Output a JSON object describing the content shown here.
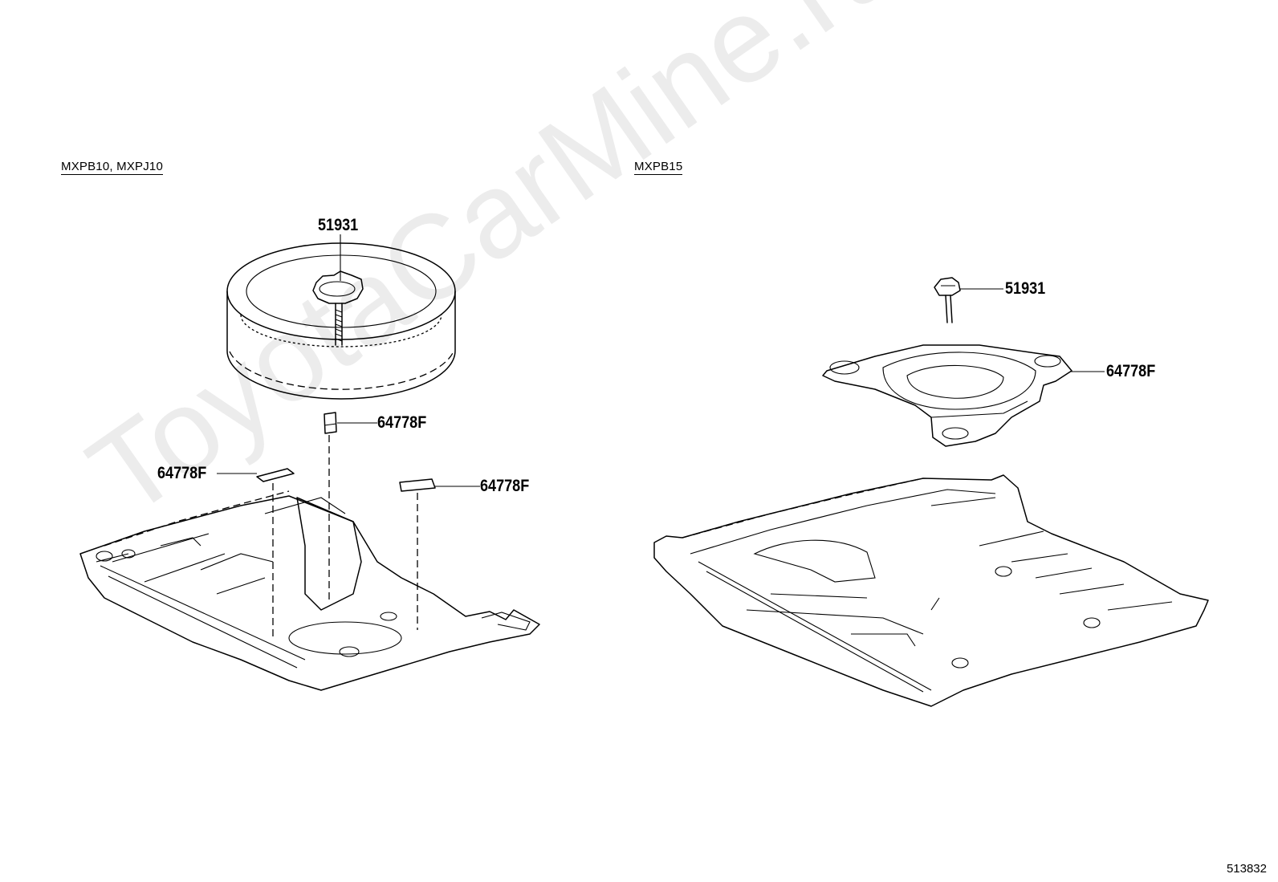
{
  "watermark": "ToyotaCarMine.ru",
  "diagram_id": "513832",
  "left_view": {
    "variant_label": "MXPB10, MXPJ10",
    "callouts": {
      "spare_tire_hold_down": "51931",
      "pad_upper": "64778F",
      "pad_left": "64778F",
      "pad_right": "64778F"
    }
  },
  "right_view": {
    "variant_label": "MXPB15",
    "callouts": {
      "spare_tire_hold_down": "51931",
      "spare_tire_carrier": "64778F"
    }
  }
}
